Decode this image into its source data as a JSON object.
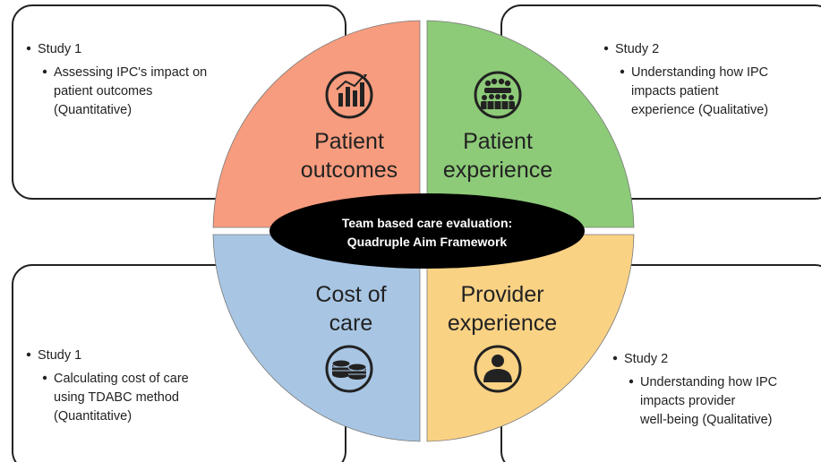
{
  "center_label": {
    "line1": "Team based care evaluation:",
    "line2": "Quadruple Aim Framework"
  },
  "quadrants": {
    "top_left": {
      "title_line1": "Patient",
      "title_line2": "outcomes",
      "icon": "bar-chart-icon",
      "color": "#F79C7E"
    },
    "top_right": {
      "title_line1": "Patient",
      "title_line2": "experience",
      "icon": "group-of-people-icon",
      "color": "#8DCB78"
    },
    "bottom_left": {
      "title_line1": "Cost of",
      "title_line2": "care",
      "icon": "coins-icon",
      "color": "#A8C6E4"
    },
    "bottom_right": {
      "title_line1": "Provider",
      "title_line2": "experience",
      "icon": "person-icon",
      "color": "#FAD284"
    }
  },
  "boxes": {
    "top_left": {
      "bullet": "Study 1",
      "sub": [
        "Assessing IPC's impact on",
        "patient outcomes",
        "(Quantitative)"
      ]
    },
    "top_right": {
      "bullet": "Study 2",
      "sub": [
        "Understanding how IPC",
        "impacts patient",
        "experience (Qualitative)"
      ]
    },
    "bottom_left": {
      "bullet": "Study 1",
      "sub": [
        "Calculating cost of care",
        "using TDABC method",
        "(Quantitative)"
      ]
    },
    "bottom_right": {
      "bullet": "Study 2",
      "sub": [
        "Understanding how IPC",
        "impacts provider",
        "well-being (Qualitative)"
      ]
    }
  }
}
